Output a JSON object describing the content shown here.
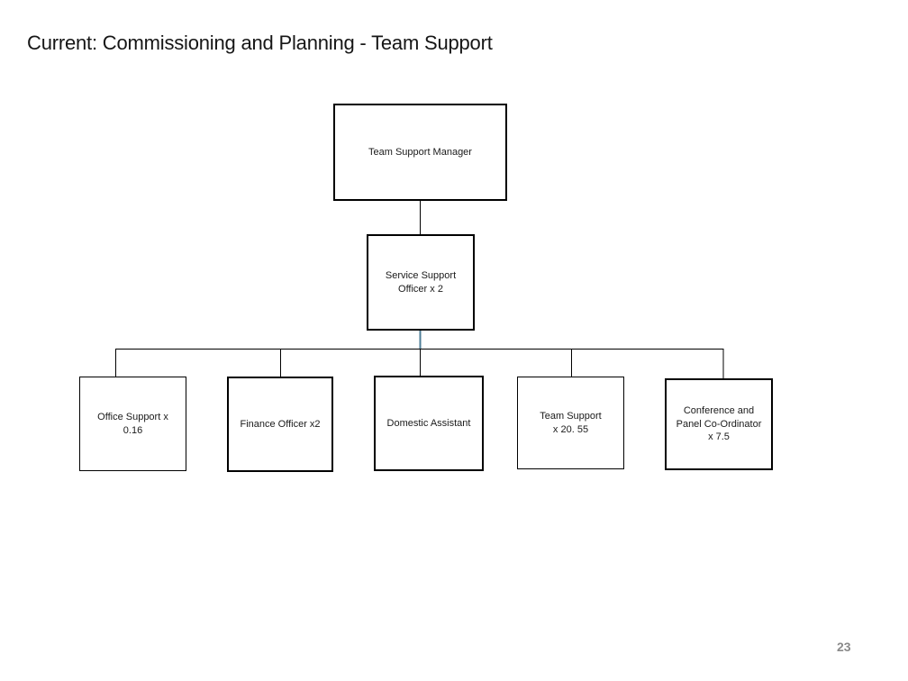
{
  "title": "Current: Commissioning and Planning - Team Support",
  "page_number": "23",
  "colors": {
    "connector": "#000000",
    "connector_accent": "#4e7d97",
    "box_border": "#000000",
    "page_number_text": "#8a8a8a"
  },
  "org_chart": {
    "type": "hierarchy",
    "nodes": {
      "manager": {
        "label": "Team Support Manager",
        "reports_to": null
      },
      "service_support": {
        "label": "Service Support\nOfficer x 2",
        "reports_to": "manager"
      },
      "office_support": {
        "label": "Office Support x\n0.16",
        "reports_to": "service_support"
      },
      "finance_officer": {
        "label": "Finance Officer x2",
        "reports_to": "service_support"
      },
      "domestic_assistant": {
        "label": "Domestic Assistant",
        "reports_to": "service_support"
      },
      "team_support": {
        "label": "Team Support\nx 20. 55",
        "reports_to": "service_support"
      },
      "conference_coordinator": {
        "label": "Conference and\nPanel Co-Ordinator\nx 7.5",
        "reports_to": "service_support"
      }
    }
  }
}
